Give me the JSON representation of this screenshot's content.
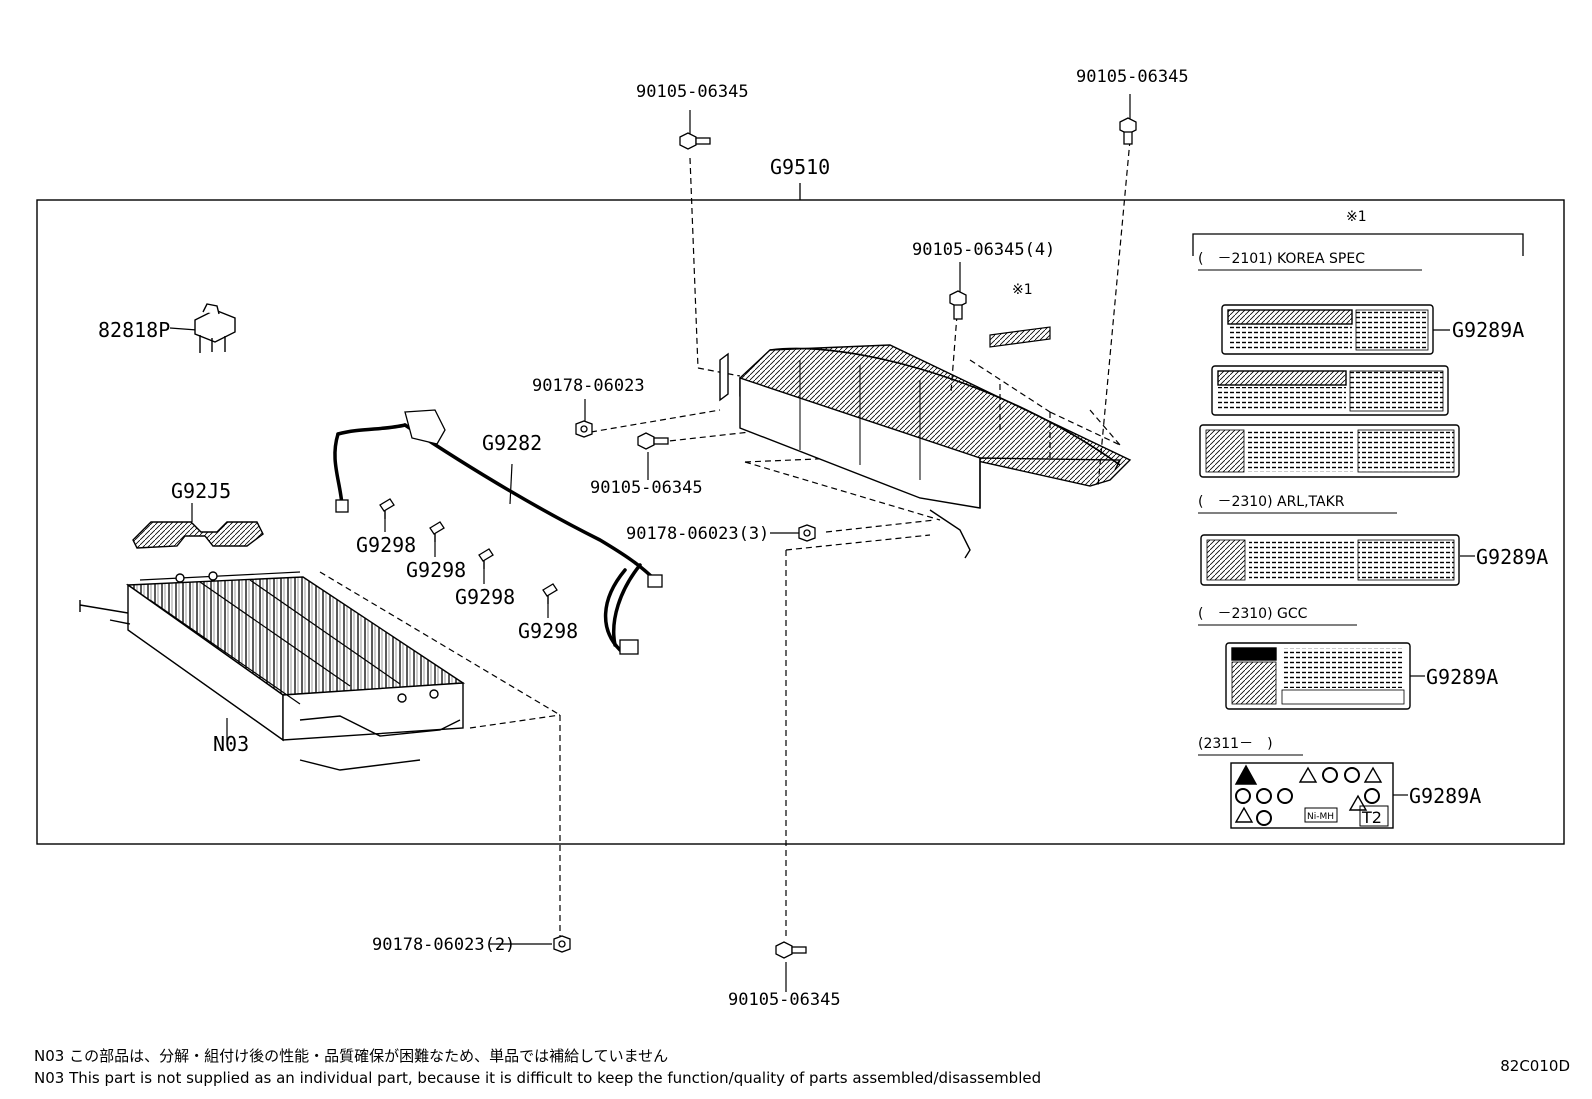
{
  "assembly_label": "G9510",
  "labels": {
    "bolt_top_center": "90105-06345",
    "bolt_top_right": "90105-06345",
    "bolt_cover_4": "90105-06345(4)",
    "bolt_cover_left": "90105-06345",
    "bolt_bottom": "90105-06345",
    "nut_cover": "90178-06023",
    "nut_cover_3": "90178-06023(3)",
    "nut_bottom_2": "90178-06023(2)",
    "bracket": "82818P",
    "wire": "G9282",
    "pad": "G92J5",
    "battery": "N03",
    "clamp_1": "G9298",
    "clamp_2": "G9298",
    "clamp_3": "G9298",
    "clamp_4": "G9298",
    "caution_1": "G9289A",
    "caution_2": "G9289A",
    "caution_3": "G9289A",
    "caution_4": "G9289A"
  },
  "marks": {
    "ref_header": "※1",
    "ref_cover": "※1"
  },
  "specs": {
    "korea": "(　－2101) KOREA SPEC",
    "arl": "(　－2310) ARL,TAKR",
    "gcc": "(　－2310) GCC",
    "from2311": "(2311－　)"
  },
  "notes": {
    "ja": "N03 この部品は、分解・組付け後の性能・品質確保が困難なため、単品では補給していません",
    "en": "N03 This part is not supplied as an individual part, because it is difficult to keep the function/quality of parts assembled/disassembled"
  },
  "diagram_code": "82C010D"
}
